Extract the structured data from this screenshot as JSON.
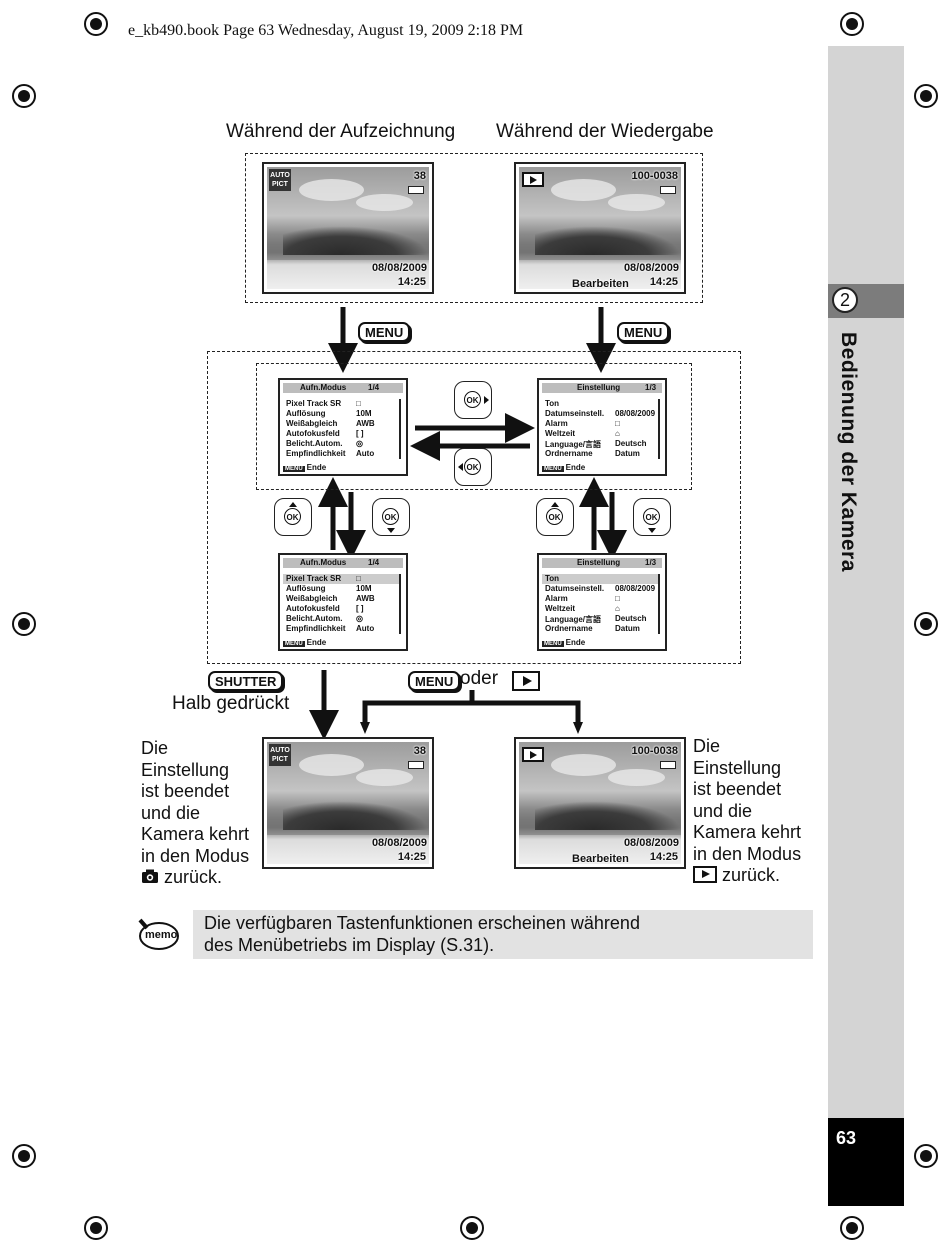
{
  "header": {
    "text": "e_kb490.book  Page 63  Wednesday, August 19, 2009  2:18 PM"
  },
  "sidebar": {
    "chapter_number": "2",
    "chapter_title": "Bedienung der Kamera",
    "page_number": "63"
  },
  "labels": {
    "recording": "Während der Aufzeichnung",
    "playback": "Während der Wiedergabe",
    "half_pressed": "Halb gedrückt",
    "or": "oder"
  },
  "buttons": {
    "menu": "MENU",
    "shutter": "SHUTTER",
    "ok": "OK"
  },
  "record_screen": {
    "badge": "AUTO PICT",
    "shots": "38",
    "date": "08/08/2009",
    "time": "14:25"
  },
  "play_screen": {
    "file": "100-0038",
    "date": "08/08/2009",
    "time": "14:25",
    "edit": "Bearbeiten"
  },
  "menu_aufn": {
    "title": "Aufn.Modus",
    "page": "1/4",
    "rows": [
      {
        "label": "Pixel Track SR",
        "value": "□"
      },
      {
        "label": "Auflösung",
        "value": "10M"
      },
      {
        "label": "Weißabgleich",
        "value": "AWB"
      },
      {
        "label": "Autofokusfeld",
        "value": "[ ]"
      },
      {
        "label": "Belicht.Autom.",
        "value": "◎"
      },
      {
        "label": "Empfindlichkeit",
        "value": "Auto"
      }
    ],
    "footer": "Ende"
  },
  "menu_einst": {
    "title": "Einstellung",
    "page": "1/3",
    "rows": [
      {
        "label": "Ton",
        "value": ""
      },
      {
        "label": "Datumseinstell.",
        "value": "08/08/2009"
      },
      {
        "label": "Alarm",
        "value": "□"
      },
      {
        "label": "Weltzeit",
        "value": "⌂"
      },
      {
        "label": "Language/言語",
        "value": "Deutsch"
      },
      {
        "label": "Ordnername",
        "value": "Datum"
      }
    ],
    "footer": "Ende"
  },
  "captions": {
    "left": [
      "Die",
      "Einstellung",
      "ist beendet",
      "und die",
      "Kamera kehrt",
      "in den Modus",
      "zurück."
    ],
    "right": [
      "Die",
      "Einstellung",
      "ist beendet",
      "und die",
      "Kamera kehrt",
      "in den Modus",
      "zurück."
    ]
  },
  "memo": {
    "icon_label": "memo",
    "line1": "Die verfügbaren Tastenfunktionen erscheinen während",
    "line2": "des Menübetriebs im Display (S.31)."
  }
}
